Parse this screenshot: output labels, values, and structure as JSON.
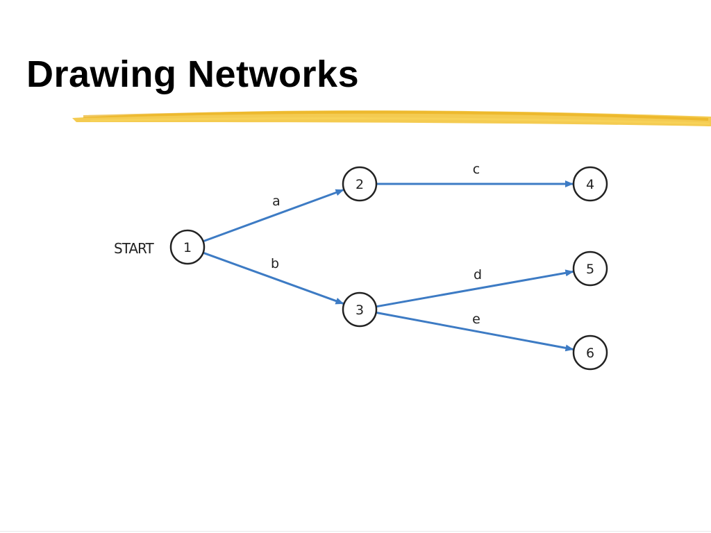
{
  "slide": {
    "title": "Drawing Networks"
  },
  "colors": {
    "highlight": "#f2c233",
    "arrow": "#3d7bc4",
    "node_stroke": "#222222",
    "text": "#000000"
  },
  "network": {
    "start_label": "START",
    "nodes": [
      {
        "id": "1",
        "label": "1"
      },
      {
        "id": "2",
        "label": "2"
      },
      {
        "id": "3",
        "label": "3"
      },
      {
        "id": "4",
        "label": "4"
      },
      {
        "id": "5",
        "label": "5"
      },
      {
        "id": "6",
        "label": "6"
      }
    ],
    "edges": [
      {
        "label": "a",
        "from": "1",
        "to": "2"
      },
      {
        "label": "b",
        "from": "1",
        "to": "3"
      },
      {
        "label": "c",
        "from": "2",
        "to": "4"
      },
      {
        "label": "d",
        "from": "3",
        "to": "5"
      },
      {
        "label": "e",
        "from": "3",
        "to": "6"
      }
    ]
  }
}
